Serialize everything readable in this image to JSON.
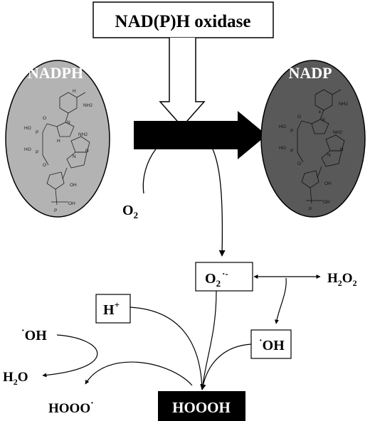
{
  "enzyme": {
    "label": "NAD(P)H oxidase"
  },
  "left_molecule": {
    "label": "NADPH",
    "fill": "#b3b3b3",
    "structure_labels": [
      "NH2",
      "NH2",
      "HO",
      "HO",
      "OH",
      "OH",
      "O",
      "O",
      "P",
      "P",
      "P",
      "N",
      "N",
      "N",
      "H",
      "H"
    ]
  },
  "right_molecule": {
    "label": "NADP",
    "fill": "#595959",
    "structure_labels": [
      "NH2",
      "NH2",
      "HO",
      "HO",
      "OH",
      "OH",
      "O",
      "O",
      "P",
      "P",
      "P",
      "N",
      "N",
      "N",
      "+"
    ]
  },
  "reactants": {
    "o2": {
      "base": "O",
      "sub": "2"
    },
    "superoxide": {
      "base": "O",
      "sub": "2",
      "sup": "·-"
    },
    "h2o2": {
      "a": "H",
      "sub1": "2",
      "b": "O",
      "sub2": "2"
    },
    "proton": {
      "base": "H",
      "sup": "+"
    },
    "hydroxyl_box": {
      "dot": "·",
      "text": "OH"
    },
    "hydroxyl_free": {
      "dot": "·",
      "text": "OH"
    },
    "water": {
      "a": "H",
      "sub": "2",
      "b": "O"
    },
    "hooo": {
      "text": "HOOO",
      "dot": "·"
    },
    "product": {
      "text": "HOOOH"
    }
  },
  "colors": {
    "product_box": "#000000",
    "product_text": "#ffffff",
    "big_arrow": "#000000"
  }
}
